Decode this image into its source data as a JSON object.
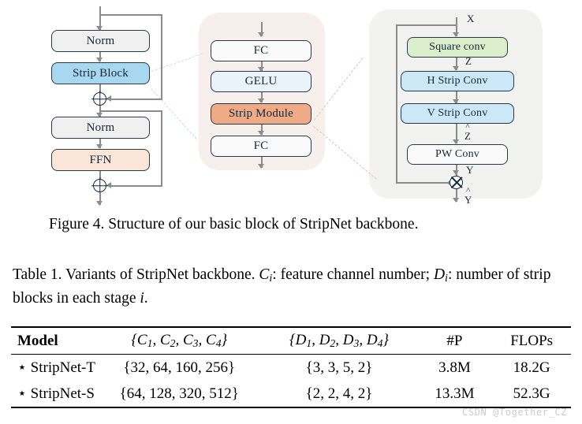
{
  "figure": {
    "left_block": {
      "nodes": [
        {
          "label": "Norm",
          "color": "#f0f0f0"
        },
        {
          "label": "Strip Block",
          "color": "#a8d8ef"
        },
        {
          "label": "Norm",
          "color": "#f0f0f0"
        },
        {
          "label": "FFN",
          "color": "#fbe5d8"
        }
      ],
      "operators": [
        "plus",
        "plus"
      ]
    },
    "mid_block": {
      "panel_color": "#f6efeb",
      "nodes": [
        {
          "label": "FC",
          "color": "#fafafa"
        },
        {
          "label": "GELU",
          "color": "#eaf2fa"
        },
        {
          "label": "Strip Module",
          "color": "#efab85"
        },
        {
          "label": "FC",
          "color": "#fafafa"
        }
      ]
    },
    "right_block": {
      "panel_color": "#f2f2f0",
      "nodes": [
        {
          "label": "Square conv",
          "color": "#dbeecb"
        },
        {
          "label": "H  Strip Conv",
          "color": "#cce7f5"
        },
        {
          "label": "V  Strip Conv",
          "color": "#cce7f5"
        },
        {
          "label": "PW Conv",
          "color": "#fafafa"
        }
      ],
      "tensor_labels": {
        "input": "X",
        "z": "Z",
        "z_hat": "Z",
        "z_hat_accent": "^",
        "y": "Y",
        "y_hat": "Y",
        "y_hat_accent": "^"
      },
      "operator": "times"
    }
  },
  "figure_caption": {
    "number": "Figure 4.",
    "text": "Structure of our basic block of StripNet backbone."
  },
  "table_caption": {
    "number": "Table 1.",
    "part1": "Variants of StripNet backbone.",
    "sym_c": "C",
    "sym_c_sub": "i",
    "part2": ": feature channel number;",
    "sym_d": "D",
    "sym_d_sub": "i",
    "part3": ": number of strip blocks in each stage",
    "sym_i": "i",
    "part4": "."
  },
  "table": {
    "headers": {
      "model": "Model",
      "channels": "{C₁, C₂, C₃, C₄}",
      "depths": "{D₁, D₂, D₃, D₄}",
      "params": "#P",
      "flops": "FLOPs"
    },
    "header_symbols": {
      "channels": [
        "C",
        "C",
        "C",
        "C"
      ],
      "channels_subs": [
        "1",
        "2",
        "3",
        "4"
      ],
      "depths": [
        "D",
        "D",
        "D",
        "D"
      ],
      "depths_subs": [
        "1",
        "2",
        "3",
        "4"
      ]
    },
    "rows": [
      {
        "marker": "⋆",
        "model": "StripNet-T",
        "channels": "{32, 64, 160, 256}",
        "depths": "{3, 3, 5, 2}",
        "params": "3.8M",
        "flops": "18.2G"
      },
      {
        "marker": "⋆",
        "model": "StripNet-S",
        "channels": "{64, 128, 320, 512}",
        "depths": "{2, 2, 4, 2}",
        "params": "13.3M",
        "flops": "52.3G"
      }
    ]
  },
  "watermark": "CSDN @Together_CZ"
}
